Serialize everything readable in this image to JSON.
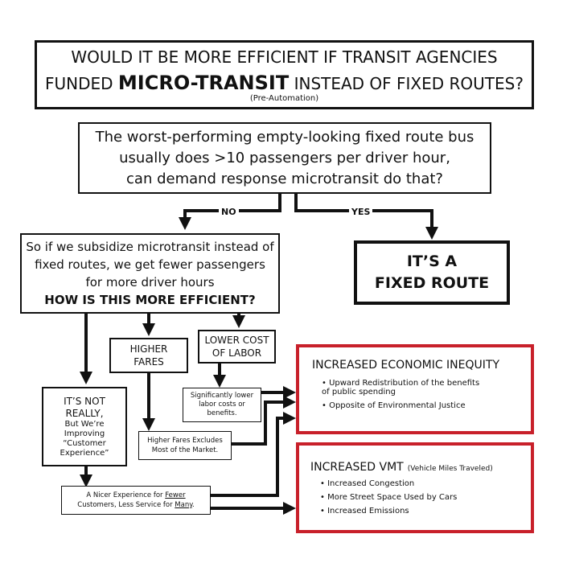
{
  "title": {
    "line1": "WOULD IT BE MORE EFFICIENT IF TRANSIT AGENCIES",
    "line2_pre": "FUNDED",
    "line2_bold": "MICRO-TRANSIT",
    "line2_post": "INSTEAD OF FIXED ROUTES?",
    "sub": "(Pre-Automation)"
  },
  "question": {
    "lines": [
      "The worst-performing empty-looking fixed route bus",
      "usually does >10 passengers per driver hour,",
      "can demand response microtransit do that?"
    ]
  },
  "no_label": "NO",
  "yes_label": "YES",
  "fixed_route": {
    "line1": "IT’S A",
    "line2": "FIXED ROUTE"
  },
  "subsidize": {
    "lines": [
      "So if we subsidize microtransit instead of",
      "fixed routes, we get fewer passengers",
      "for more driver hours"
    ],
    "bold": "HOW IS THIS MORE EFFICIENT?"
  },
  "higher_fares": {
    "line1": "HIGHER",
    "line2": "FARES"
  },
  "lower_cost": {
    "line1": "LOWER COST",
    "line2": "OF LABOR"
  },
  "not_really": {
    "line1": "IT’S NOT",
    "line2": "REALLY,",
    "lines": [
      "But We’re",
      "Improving",
      "“Customer",
      "Experience”"
    ]
  },
  "lower_labor": {
    "text": "Significantly lower labor costs or benefits."
  },
  "excludes": {
    "line1": "Higher Fares Excludes",
    "line2": "Most of the Market."
  },
  "nicer": {
    "a": "A Nicer Experience for ",
    "b": "Fewer",
    "c": "Customers, Less Service for ",
    "d": "Many",
    "e": "."
  },
  "inequity": {
    "title": "INCREASED ECONOMIC INEQUITY",
    "items": [
      "Upward Redistribution of the benefits of public spending",
      "Opposite of Environmental Justice"
    ]
  },
  "vmt": {
    "title": "INCREASED VMT",
    "sub": "(Vehicle Miles Traveled)",
    "items": [
      "Increased Congestion",
      "More Street Space Used by Cars",
      "Increased Emissions"
    ]
  },
  "colors": {
    "red": "#c8202a"
  }
}
